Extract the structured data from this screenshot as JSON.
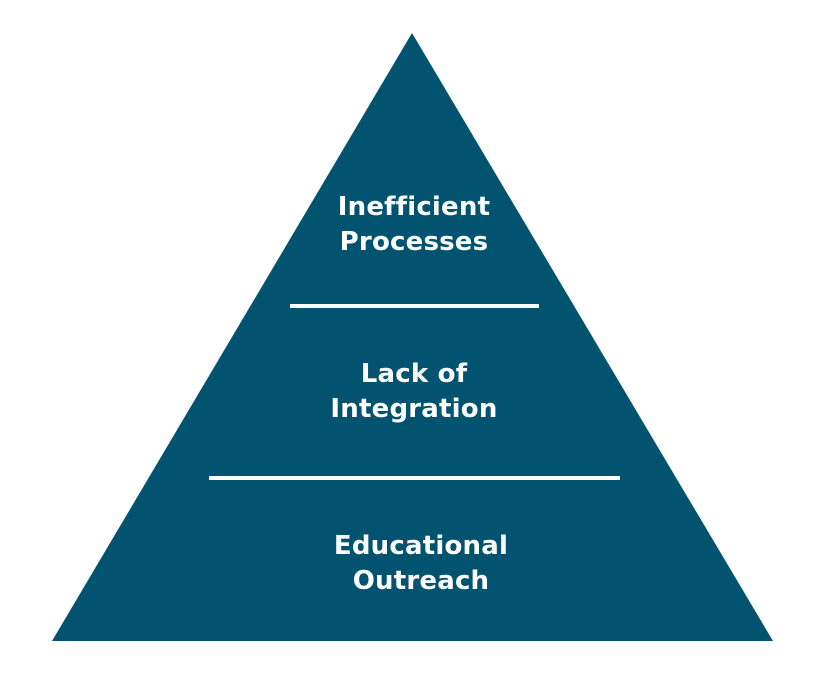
{
  "colors": {
    "pyramid": "#02536F",
    "divider": "#ffffff",
    "text": "#ffffff"
  },
  "tiers": [
    {
      "line1": "Inefficient",
      "line2": "Processes"
    },
    {
      "line1": "Lack of",
      "line2": "Integration"
    },
    {
      "line1": "Educational",
      "line2": "Outreach"
    }
  ]
}
